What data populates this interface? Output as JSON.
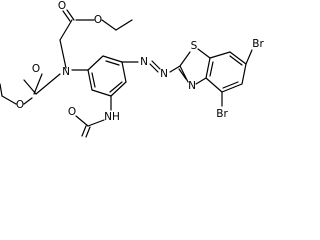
{
  "molecule": {
    "atom_labels": {
      "ester_top_O_carbonyl": "O",
      "ester_top_O_ether": "O",
      "ester_left_O_carbonyl": "O",
      "ester_left_O_ether": "O",
      "amine_N": "N",
      "azo_N1": "N",
      "azo_N2": "N",
      "thiazole_S": "S",
      "thiazole_N": "N",
      "bromo_upper": "Br",
      "bromo_lower": "Br",
      "amide_NH": "NH",
      "amide_O": "O"
    },
    "colors": {
      "bond": "#000000",
      "text": "#000000",
      "background": "#ffffff"
    }
  }
}
